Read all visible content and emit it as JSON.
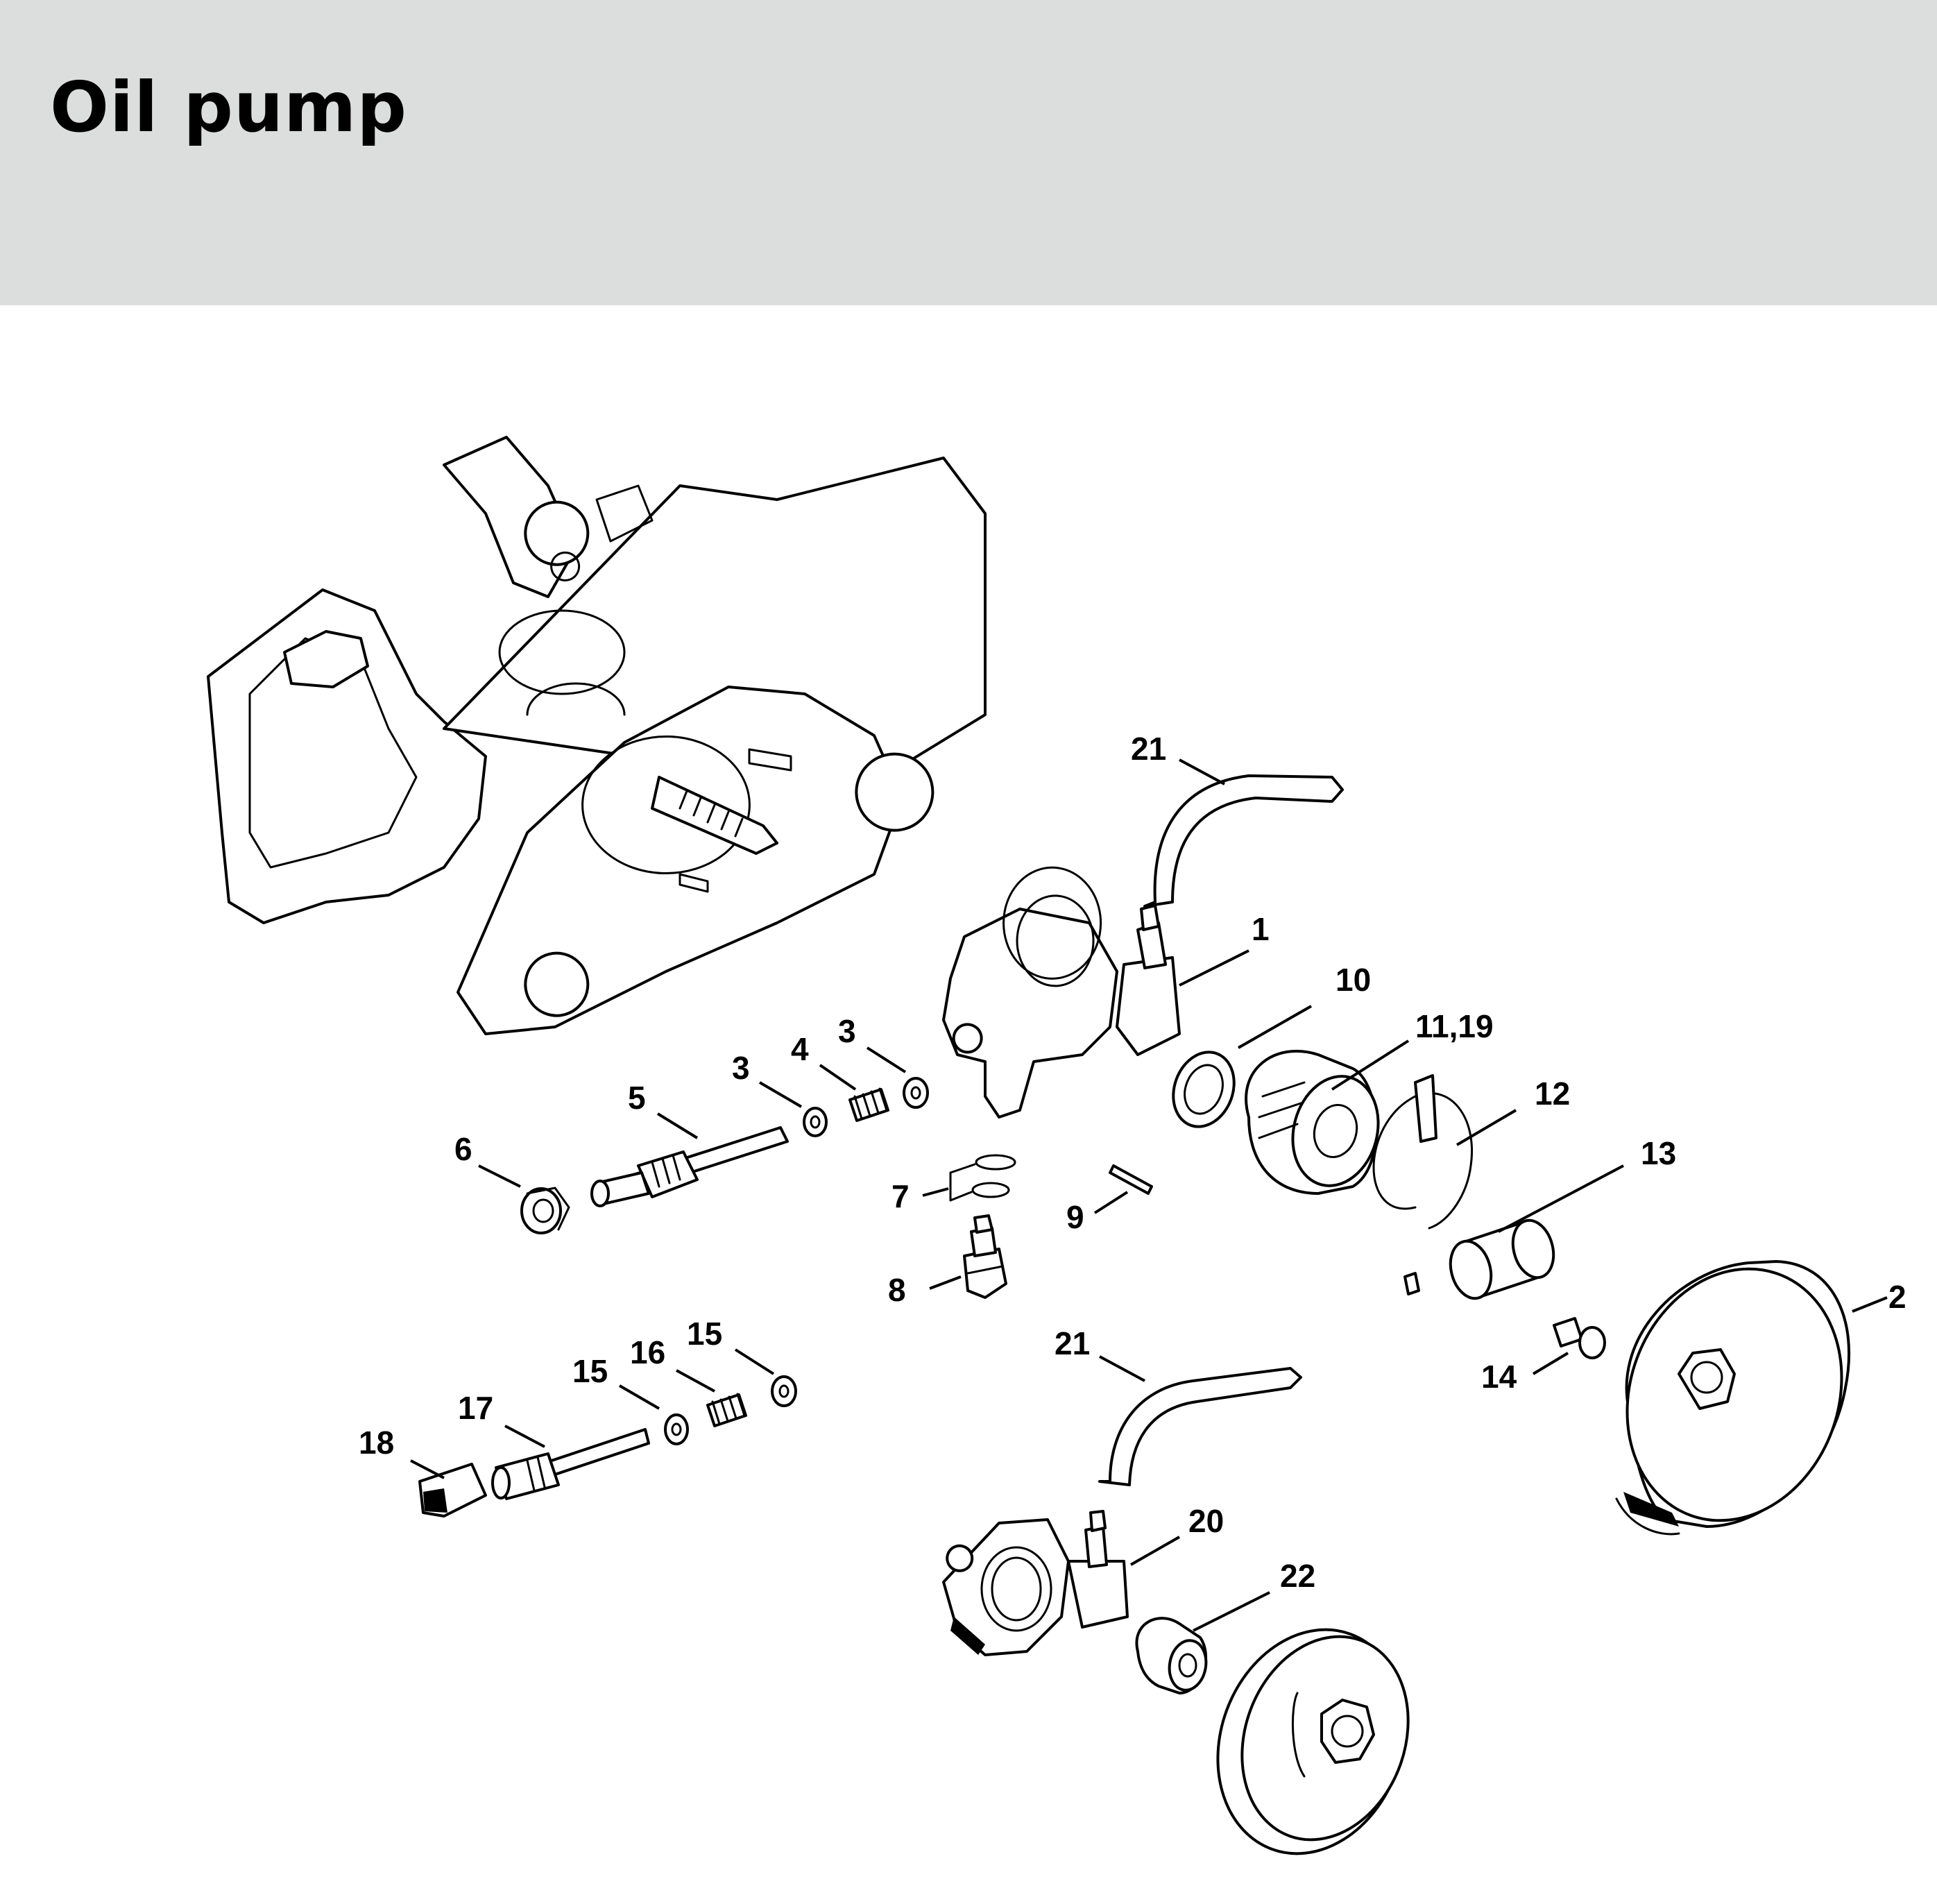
{
  "header": {
    "title": "Oil pump",
    "background": "#dcdedd"
  },
  "callouts": {
    "p1": "1",
    "p2": "2",
    "p3a": "3",
    "p3b": "3",
    "p4": "4",
    "p5": "5",
    "p6": "6",
    "p7": "7",
    "p8": "8",
    "p9": "9",
    "p10": "10",
    "p11_19": "11,19",
    "p12": "12",
    "p13": "13",
    "p14": "14",
    "p15a": "15",
    "p15b": "15",
    "p16": "16",
    "p17": "17",
    "p18": "18",
    "p20": "20",
    "p21a": "21",
    "p21b": "21",
    "p22": "22"
  }
}
